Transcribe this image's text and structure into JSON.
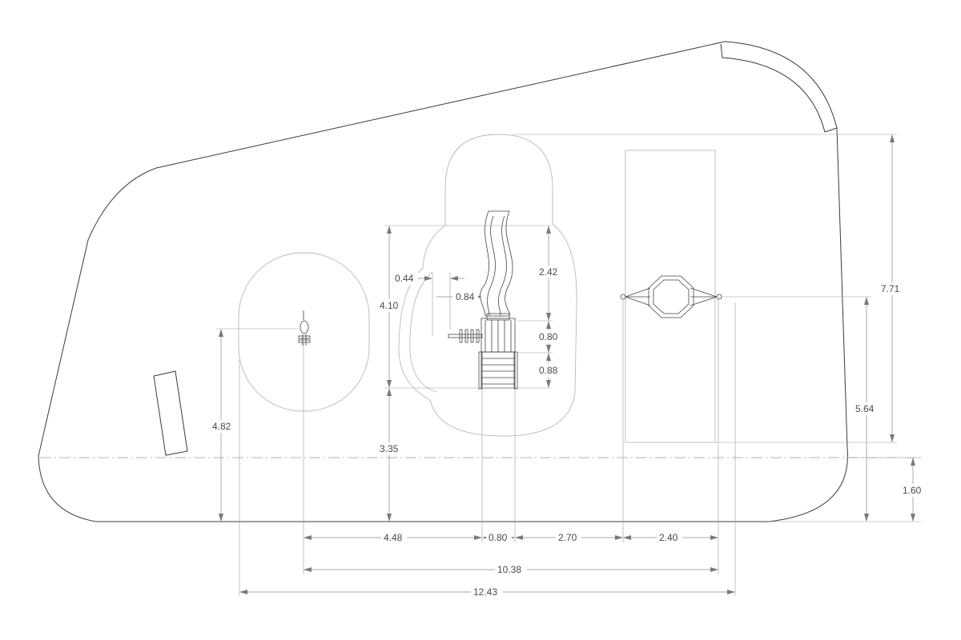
{
  "dimensions": {
    "d_0_44": "0.44",
    "d_0_84": "0.84",
    "d_2_42": "2.42",
    "d_4_10": "4.10",
    "d_0_80_v": "0.80",
    "d_0_88": "0.88",
    "d_4_82": "4.82",
    "d_3_35": "3.35",
    "d_7_71": "7.71",
    "d_5_64": "5.64",
    "d_1_60": "1.60",
    "d_4_48": "4.48",
    "d_0_80_h": "0.80",
    "d_2_70": "2.70",
    "d_2_40": "2.40",
    "d_10_38": "10.38",
    "d_12_43": "12.43"
  }
}
